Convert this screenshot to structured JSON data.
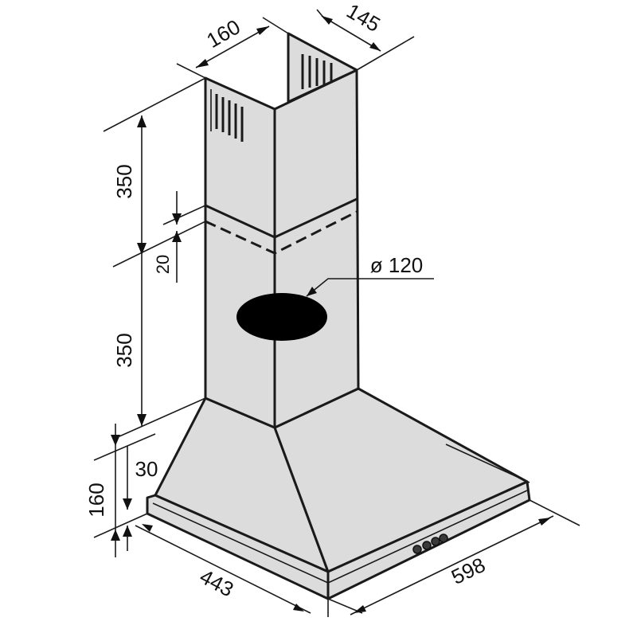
{
  "diagram": {
    "colors": {
      "body_fill": "#dcdcdc",
      "outline": "#1a1a1a",
      "outlet_fill": "#000000",
      "background": "#ffffff"
    },
    "dimensions": {
      "chimney_depth": "160",
      "chimney_width": "145",
      "upper_chimney_height": "350",
      "overlap": "20",
      "lower_chimney_height": "350",
      "outlet_diameter": "ø 120",
      "hood_height": "160",
      "rim_height": "30",
      "hood_depth": "443",
      "hood_width": "598"
    },
    "parts": [
      "chimney-upper",
      "chimney-lower",
      "air-outlet",
      "canopy",
      "control-buttons"
    ]
  }
}
